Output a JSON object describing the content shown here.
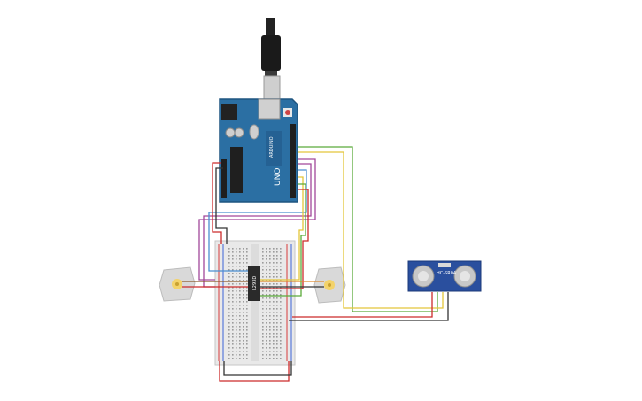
{
  "circuit": {
    "components": {
      "arduino": {
        "model_label": "UNO",
        "brand_label": "ARDUINO"
      },
      "motor_driver_ic": {
        "label": "L293D"
      },
      "ultrasonic_sensor": {
        "label": "HC-SR04"
      },
      "dc_motor_left": {},
      "dc_motor_right": {},
      "breadboard": {},
      "usb_cable": {}
    },
    "colors": {
      "arduino_board": "#2b6fa3",
      "breadboard": "#e9e9e9",
      "sensor_board": "#2a4f9e",
      "motor_body": "#d9d9d9",
      "motor_shaft": "#f3d36b",
      "wire_red": "#cc2b2b",
      "wire_black": "#333333",
      "wire_green": "#5aaa3a",
      "wire_yellow": "#e3c53a",
      "wire_purple": "#a2479a",
      "wire_blue": "#4a8fd1",
      "wire_orange": "#e08a2c",
      "wire_brown": "#8a5a2b"
    }
  }
}
